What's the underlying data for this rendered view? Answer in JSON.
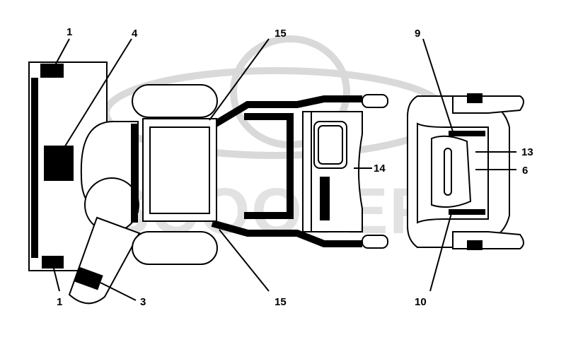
{
  "labels": {
    "l1_top": "1",
    "l1_bottom": "1",
    "l3": "3",
    "l4": "4",
    "l6": "6",
    "l9": "9",
    "l10": "10",
    "l13": "13",
    "l14": "14",
    "l15_top": "15",
    "l15_bottom": "15"
  },
  "watermark": {
    "text": "SCOOTER"
  }
}
